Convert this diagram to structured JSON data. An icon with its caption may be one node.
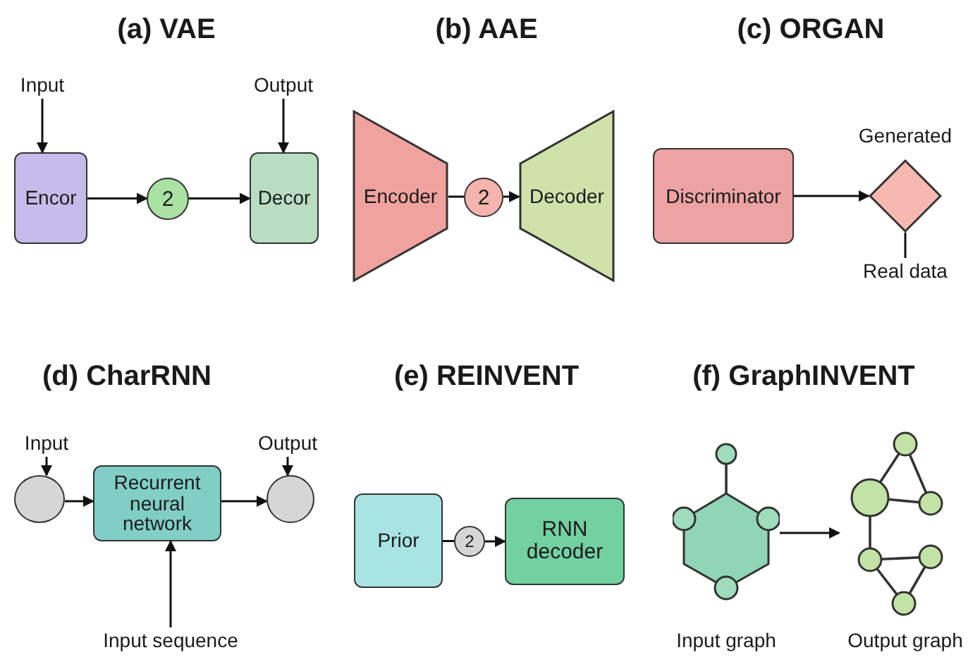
{
  "diagram": {
    "nodes": [
      {
        "text": [
          "Input"
        ]
      },
      {
        "text": [
          "Output"
        ]
      },
      {
        "text": [
          "Encor"
        ]
      },
      {
        "text": [
          "2"
        ]
      },
      {
        "text": [
          "Decor"
        ]
      },
      {
        "text": [
          "Encoder"
        ]
      },
      {
        "text": [
          "2"
        ]
      },
      {
        "text": [
          "Decoder"
        ]
      },
      {
        "text": [
          "Discriminator"
        ]
      },
      {
        "text": [],
        "shape": "diamond",
        "beside": [
          "Generated"
        ]
      },
      {
        "text": [
          "Real data"
        ]
      },
      {
        "text": [
          "Input"
        ]
      },
      {
        "text": [
          "Output"
        ]
      },
      {
        "text": [],
        "shape": "circle"
      },
      {
        "text": [
          "Recurrent neural network"
        ]
      },
      {
        "text": [],
        "shape": "circle"
      },
      {
        "text": [
          "Input sequence"
        ]
      },
      {
        "text": [
          "Prior"
        ]
      },
      {
        "text": [
          "2"
        ]
      },
      {
        "text": [
          "RNN decoder"
        ]
      },
      {
        "text": [],
        "shape": "picture",
        "beside": [
          "Input graph"
        ]
      },
      {
        "text": [],
        "shape": "picture",
        "beside": [
          "Output graph"
        ]
      }
    ],
    "edges": [
      {
        "from": 0,
        "to": 2,
        "arrow": "to"
      },
      {
        "from": 1,
        "to": 4,
        "arrow": "to"
      },
      {
        "from": 2,
        "to": 3,
        "arrow": "to"
      },
      {
        "from": 3,
        "to": 4,
        "arrow": "to"
      },
      {
        "from": 5,
        "to": 6,
        "arrow": "none"
      },
      {
        "from": 6,
        "to": 7,
        "arrow": "to"
      },
      {
        "from": 8,
        "to": 9,
        "arrow": "to"
      },
      {
        "from": 10,
        "to": 9,
        "arrow": "none"
      },
      {
        "from": 11,
        "to": 13,
        "arrow": "to"
      },
      {
        "from": 12,
        "to": 15,
        "arrow": "to"
      },
      {
        "from": 13,
        "to": 14,
        "arrow": "to"
      },
      {
        "from": 14,
        "to": 15,
        "arrow": "to"
      },
      {
        "from": 16,
        "to": 14,
        "arrow": "to"
      },
      {
        "from": 17,
        "to": 18,
        "arrow": "none"
      },
      {
        "from": 18,
        "to": 19,
        "arrow": "to"
      },
      {
        "from": 20,
        "to": 21,
        "arrow": "to"
      }
    ],
    "labels": [
      "(a) VAE",
      "(b) AAE",
      "(c) ORGAN",
      "(d) CharRNN",
      "(e) REINVENT",
      "(f) GraphINVENT"
    ]
  }
}
